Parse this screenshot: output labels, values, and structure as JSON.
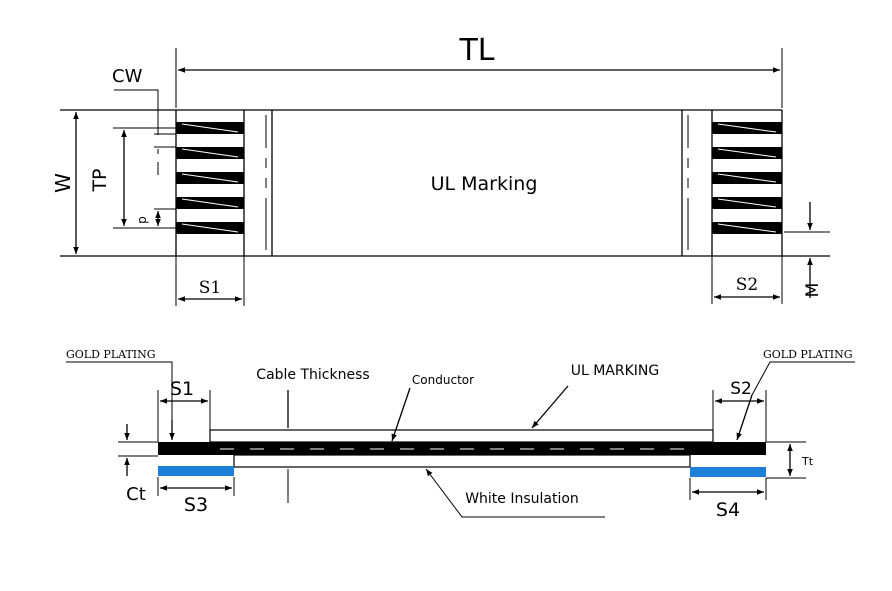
{
  "top_view": {
    "total_length": "TL",
    "conductor_width": "CW",
    "width": "W",
    "total_pitch": "TP",
    "pitch": "p",
    "left_strip": "S1",
    "right_strip": "S2",
    "margin": "M",
    "center_text": "UL Marking"
  },
  "side_view": {
    "gold_plating_left": "GOLD PLATING",
    "gold_plating_right": "GOLD PLATING",
    "left_strip": "S1",
    "right_strip": "S2",
    "cable_thickness": "Cable Thickness",
    "conductor": "Conductor",
    "ul_marking": "UL MARKING",
    "stiffener_left": "S3",
    "stiffener_right": "S4",
    "conductor_thickness": "Ct",
    "total_thickness": "Tt",
    "white_insulation": "White Insulation"
  },
  "colors": {
    "conductor": "#000000",
    "stiffener": "#1e7fd6"
  }
}
